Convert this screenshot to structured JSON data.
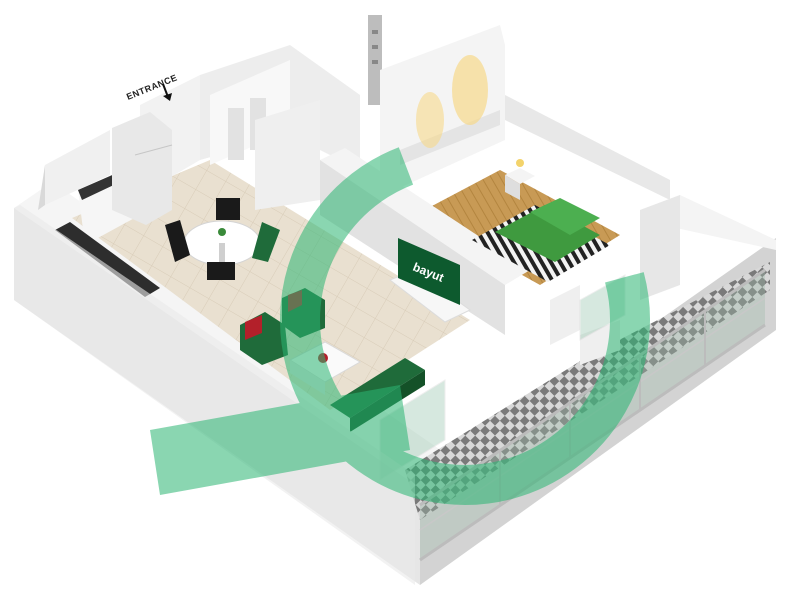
{
  "labels": {
    "entrance": "ENTRANCE",
    "tv_screen_text": "bayut"
  },
  "icons": {
    "entrance_arrow": "arrow-down-icon",
    "watermark": "bayut-logo-watermark"
  },
  "colors": {
    "wall": "#ececec",
    "wall_shadow": "#c9c9c9",
    "floor_tile": "#e6dccb",
    "bedroom_floor": "#c59a54",
    "sofa": "#1f6b3a",
    "accent_red": "#b3202a",
    "watermark_green": "#2bb673",
    "balcony_tile_dark": "#6f6f6f",
    "balcony_tile_light": "#d9d9d9"
  }
}
